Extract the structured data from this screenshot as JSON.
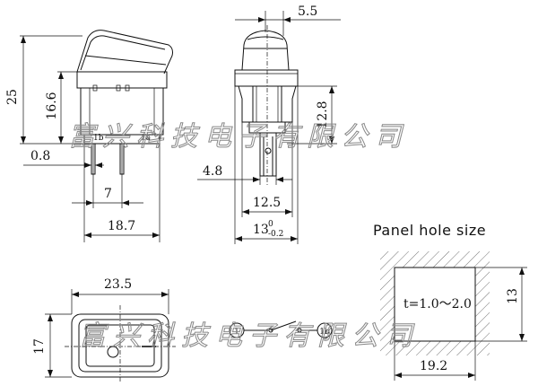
{
  "dimensions": {
    "total_height": "25",
    "body_height": "16.6",
    "top_width": "5.5",
    "body_depth": "12.8",
    "pin_thickness": "0.8",
    "pin_pitch": "7",
    "base_length": "18.7",
    "pin_width": "4.8",
    "body_width": "12.5",
    "total_width_main": "13",
    "total_width_sup": "0",
    "total_width_sub": "-0.2",
    "bezel_length": "23.5",
    "bezel_height": "17",
    "hole_width": "19.2",
    "hole_height": "13"
  },
  "terminals": {
    "left": "1b",
    "right": "1a",
    "circle_left": "1",
    "circle_right": "1b"
  },
  "panel": {
    "title": "Panel hole size",
    "thickness": "t=1.0〜2.0"
  },
  "watermark": {
    "text_upper": "富兴科技电子有限公司",
    "text_lower": "富兴科技电子有限公司"
  }
}
